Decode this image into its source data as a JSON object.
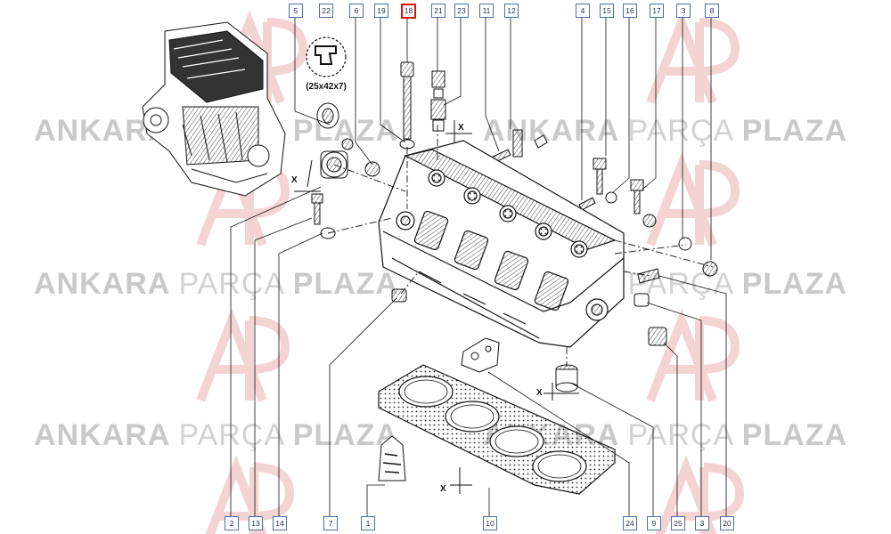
{
  "watermark": {
    "bold_left": "ANKARA",
    "light": "PARÇA",
    "bold_right": "PLAZA"
  },
  "seal_size_label": "(25x42x7)",
  "dimension_marker": "X",
  "colors": {
    "line": "#111111",
    "callout_border": "#4a6fa8",
    "highlight": "#e01010",
    "watermark": "#c9c9c9",
    "logo_red": "#f1c9c9"
  },
  "callouts_top": [
    {
      "id": "5"
    },
    {
      "id": "22"
    },
    {
      "id": "6"
    },
    {
      "id": "19"
    },
    {
      "id": "18",
      "highlight": true
    },
    {
      "id": "21"
    },
    {
      "id": "23"
    },
    {
      "id": "11"
    },
    {
      "id": "12"
    },
    {
      "id": "4"
    },
    {
      "id": "15"
    },
    {
      "id": "16"
    },
    {
      "id": "17"
    },
    {
      "id": "3"
    },
    {
      "id": "8"
    }
  ],
  "callouts_bottom": [
    {
      "id": "2"
    },
    {
      "id": "13"
    },
    {
      "id": "14"
    },
    {
      "id": "7"
    },
    {
      "id": "1"
    },
    {
      "id": "10"
    },
    {
      "id": "24"
    },
    {
      "id": "9"
    },
    {
      "id": "25"
    },
    {
      "id": "3"
    },
    {
      "id": "20"
    }
  ]
}
